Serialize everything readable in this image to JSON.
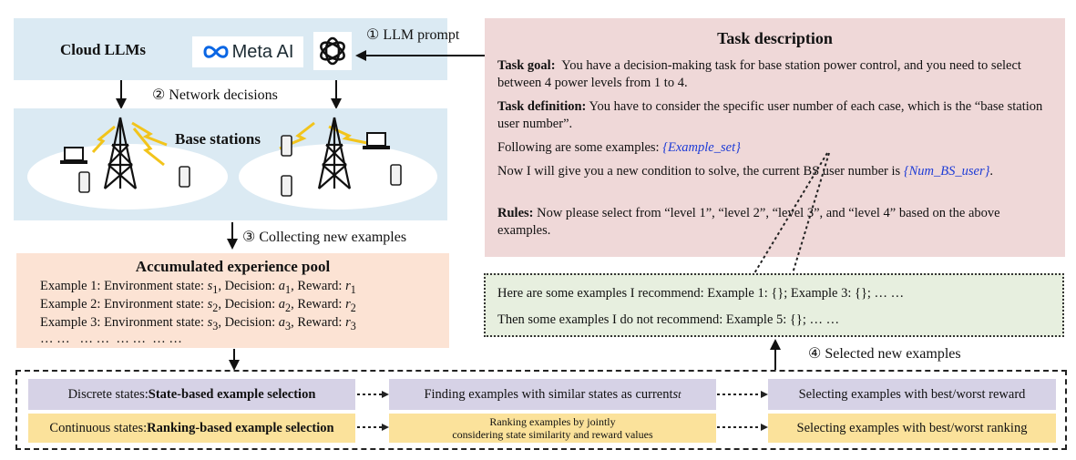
{
  "cloud": {
    "title": "Cloud LLMs",
    "meta_logo": "Meta AI",
    "openai_icon": "openai-icon"
  },
  "steps": {
    "s1": "① LLM prompt",
    "s2": "② Network decisions",
    "s3": "③ Collecting new examples",
    "s4": "④ Selected new examples"
  },
  "base_stations": {
    "title": "Base stations"
  },
  "task": {
    "title": "Task description",
    "goal_label": "Task goal:",
    "goal_text": "You have a decision-making task for base station power control, and you need to select between 4 power levels from 1 to 4.",
    "def_label": "Task definition:",
    "def_text": "You have to consider the specific user number of each case, which is the “base station user number”.",
    "examples_text": "Following are some examples:",
    "examples_var": "{Example_set}",
    "condition_text": "Now I will give you a new condition to solve, the current BS user number is",
    "condition_var": "{Num_BS_user}",
    "condition_end": ".",
    "rules_label": "Rules:",
    "rules_text": "Now please select from “level 1”, “level 2”, “level 3”, and “level 4” based on the above examples."
  },
  "pool": {
    "title": "Accumulated experience pool",
    "rows": [
      {
        "prefix": "Example 1: Environment state: ",
        "s": "s",
        "si": "1",
        "mid": ", Decision: ",
        "a": "a",
        "ai": "1",
        "mid2": ", Reward: ",
        "r": "r",
        "ri": "1"
      },
      {
        "prefix": "Example 2: Environment state: ",
        "s": "s",
        "si": "2",
        "mid": ", Decision: ",
        "a": "a",
        "ai": "2",
        "mid2": ", Reward: ",
        "r": "r",
        "ri": "2"
      },
      {
        "prefix": "Example 3: Environment state: ",
        "s": "s",
        "si": "3",
        "mid": ", Decision: ",
        "a": "a",
        "ai": "3",
        "mid2": ", Reward: ",
        "r": "r",
        "ri": "3"
      }
    ],
    "ellipsis": "… …   … …  … …  … …"
  },
  "recommend": {
    "line1": "Here are some examples I recommend: Example 1: {}; Example 3: {}; … …",
    "line2": "Then some examples I do not recommend: Example 5: {}; … …"
  },
  "selection": {
    "row1": {
      "c1_prefix": "Discrete states: ",
      "c1_bold": "State-based example selection",
      "c2_text": "Finding examples with similar states as current ",
      "c2_var": "s",
      "c2_sub": "t",
      "c3": "Selecting examples with best/worst reward"
    },
    "row2": {
      "c1_prefix": "Continuous states: ",
      "c1_bold": "Ranking-based example selection",
      "c2_line1": "Ranking examples by jointly",
      "c2_line2": "considering state similarity and reward values",
      "c3": "Selecting examples with best/worst ranking"
    }
  }
}
